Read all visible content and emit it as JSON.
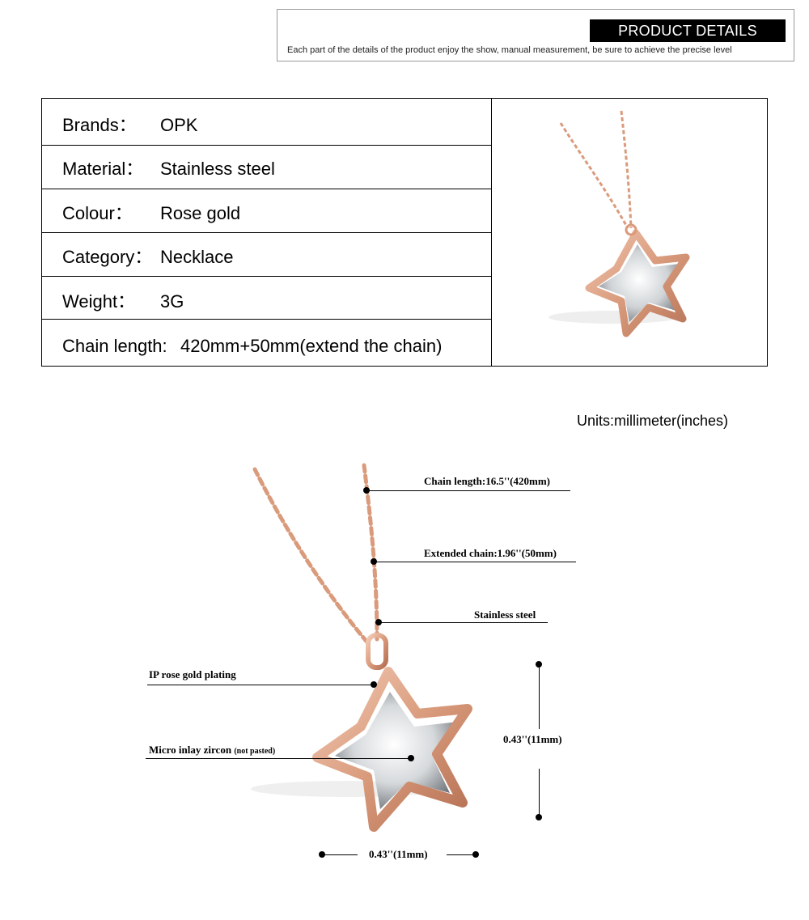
{
  "header": {
    "title": "PRODUCT DETAILS",
    "subtitle": "Each part of the details of the product enjoy the show, manual measurement, be sure to achieve the precise level"
  },
  "specs": [
    {
      "label": "Brands：",
      "value": "OPK"
    },
    {
      "label": "Material：",
      "value": "Stainless steel"
    },
    {
      "label": "Colour：",
      "value": "Rose gold"
    },
    {
      "label": "Category：",
      "value": "Necklace"
    },
    {
      "label": "Weight：",
      "value": "3G"
    },
    {
      "label": "Chain length:",
      "value": "420mm+50mm(extend the chain)"
    }
  ],
  "units": "Units:millimeter(inches)",
  "callouts": {
    "chain_length": "Chain length:16.5''(420mm)",
    "extended_chain": "Extended chain:1.96''(50mm)",
    "stainless": "Stainless steel",
    "plating": "IP rose gold plating",
    "zircon": "Micro inlay zircon",
    "zircon_note": "(not pasted)",
    "height": "0.43''(11mm)",
    "width": "0.43''(11mm)"
  },
  "colors": {
    "rose_gold": "#d99b7c",
    "rose_gold_dark": "#b9765a",
    "header_bg": "#000000"
  },
  "icons": {
    "pendant": "star-pendant-illustration"
  }
}
